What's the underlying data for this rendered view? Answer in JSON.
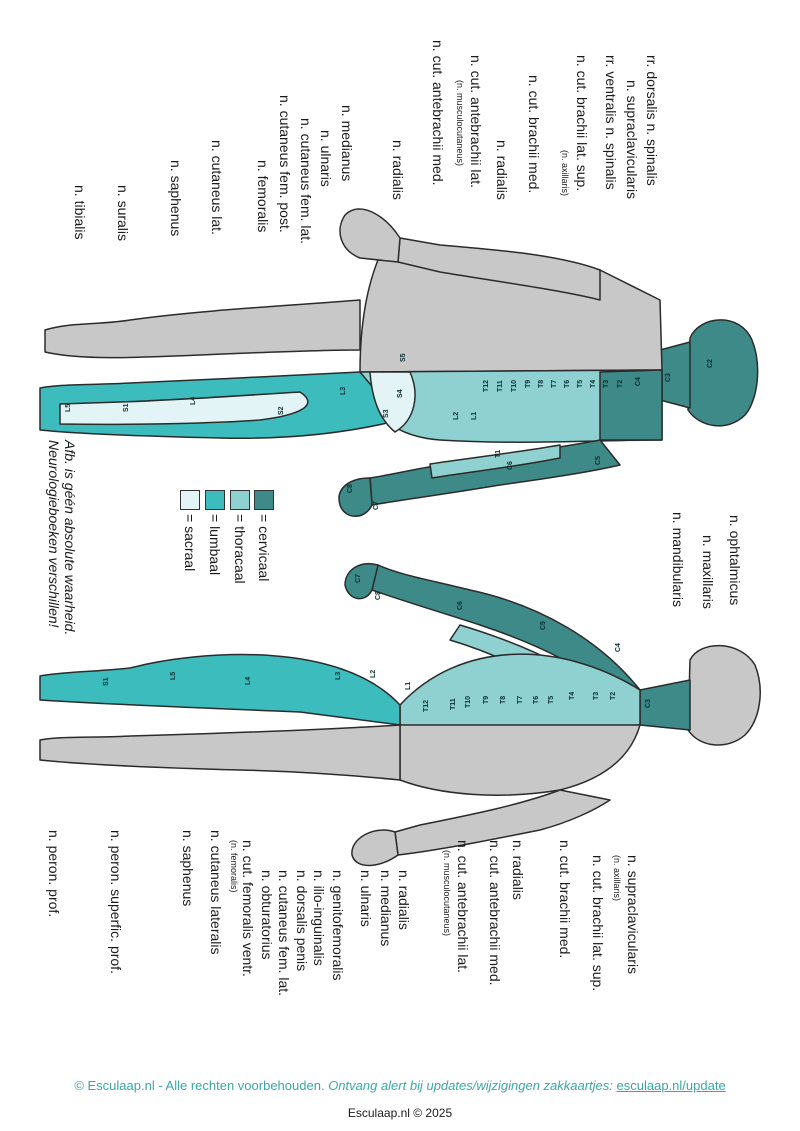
{
  "colors": {
    "cervicaal": "#3e8a88",
    "thoracaal": "#8fd0d1",
    "lumbaal": "#3cbcbd",
    "sacraal": "#e3f4f6",
    "skin": "#c8c8c8",
    "outline": "#2b2b2b",
    "footer_teal": "#3aa7a7"
  },
  "posterior_labels": [
    {
      "text": "rr. dorsalis n. spinalis"
    },
    {
      "text": "n. supraclavicularis"
    },
    {
      "text": "rr. ventralis n. spinalis"
    },
    {
      "text": "n. cut. brachii lat. sup.",
      "sub": "(n. axillaris)"
    },
    {
      "text": "n. cut. brachii med."
    },
    {
      "text": "n. radialis"
    },
    {
      "text": "n. cut. antebrachii lat.",
      "sub": "(n. musculocutaneus)"
    },
    {
      "text": "n. cut. antebrachii med."
    },
    {
      "text": "n. radialis"
    },
    {
      "text": "n. medianus"
    },
    {
      "text": "n. ulnaris"
    },
    {
      "text": "n. cutaneus fem. lat."
    },
    {
      "text": "n. cutaneus fem. post."
    },
    {
      "text": "n. femoralis"
    },
    {
      "text": "n. cutaneus lat."
    },
    {
      "text": "n. saphenus"
    },
    {
      "text": "n. suralis"
    },
    {
      "text": "n. tibialis"
    }
  ],
  "anterior_labels": [
    {
      "text": "n. ophtalmicus"
    },
    {
      "text": "n. maxillaris"
    },
    {
      "text": "n. mandibularis"
    },
    {
      "text": "n. supraclavicularis"
    },
    {
      "text": "n. cut. brachii lat. sup.",
      "sub": "(n. axillaris)"
    },
    {
      "text": "n. cut. brachii med."
    },
    {
      "text": "n. radialis"
    },
    {
      "text": "n. cut. antebrachii med."
    },
    {
      "text": "n. cut. antebrachii lat.",
      "sub": "(n. musculocutaneus)"
    },
    {
      "text": "n. radialis"
    },
    {
      "text": "n. medianus"
    },
    {
      "text": "n. ulnaris"
    },
    {
      "text": "n. genitofemoralis"
    },
    {
      "text": "n. ilio-inguinalis"
    },
    {
      "text": "n. dorsalis penis"
    },
    {
      "text": "n. cutaneus fem. lat."
    },
    {
      "text": "n. obturatorius"
    },
    {
      "text": "n. cut. femoralis ventr.",
      "sub": "(n. femoralis)"
    },
    {
      "text": "n. cutaneus lateralis"
    },
    {
      "text": "n. saphenus"
    },
    {
      "text": "n. peron. superfic. prof."
    },
    {
      "text": "n. peron. prof."
    }
  ],
  "legend": {
    "cervicaal": "= cervicaal",
    "thoracaal": "= thoracaal",
    "lumbaal": "= lumbaal",
    "sacraal": "= sacraal"
  },
  "disclaimer": {
    "line1": "Afb. is géén absolute waarheid.",
    "line2": "Neurologieboeken verschillen!"
  },
  "segments_posterior": [
    "C2",
    "C3",
    "C4",
    "C5",
    "C6",
    "C7",
    "C8",
    "T1",
    "T2",
    "T3",
    "T4",
    "T5",
    "T6",
    "T7",
    "T8",
    "T9",
    "T10",
    "T11",
    "T12",
    "L1",
    "L2",
    "L3",
    "L4",
    "L5",
    "S1",
    "S2",
    "S3",
    "S4",
    "S5"
  ],
  "segments_anterior": [
    "C3",
    "C4",
    "C5",
    "C6",
    "C7",
    "C8",
    "T2",
    "T3",
    "T4",
    "T5",
    "T6",
    "T7",
    "T8",
    "T9",
    "T10",
    "T11",
    "T12",
    "L1",
    "L2",
    "L3",
    "L4",
    "L5",
    "S1"
  ],
  "footer": {
    "copyright": "© Esculaap.nl - Alle rechten voorbehouden.",
    "alert": "Ontvang alert bij updates/wijzigingen zakkaartjes:",
    "link": "esculaap.nl/update",
    "bottom": "Esculaap.nl © 2025"
  }
}
